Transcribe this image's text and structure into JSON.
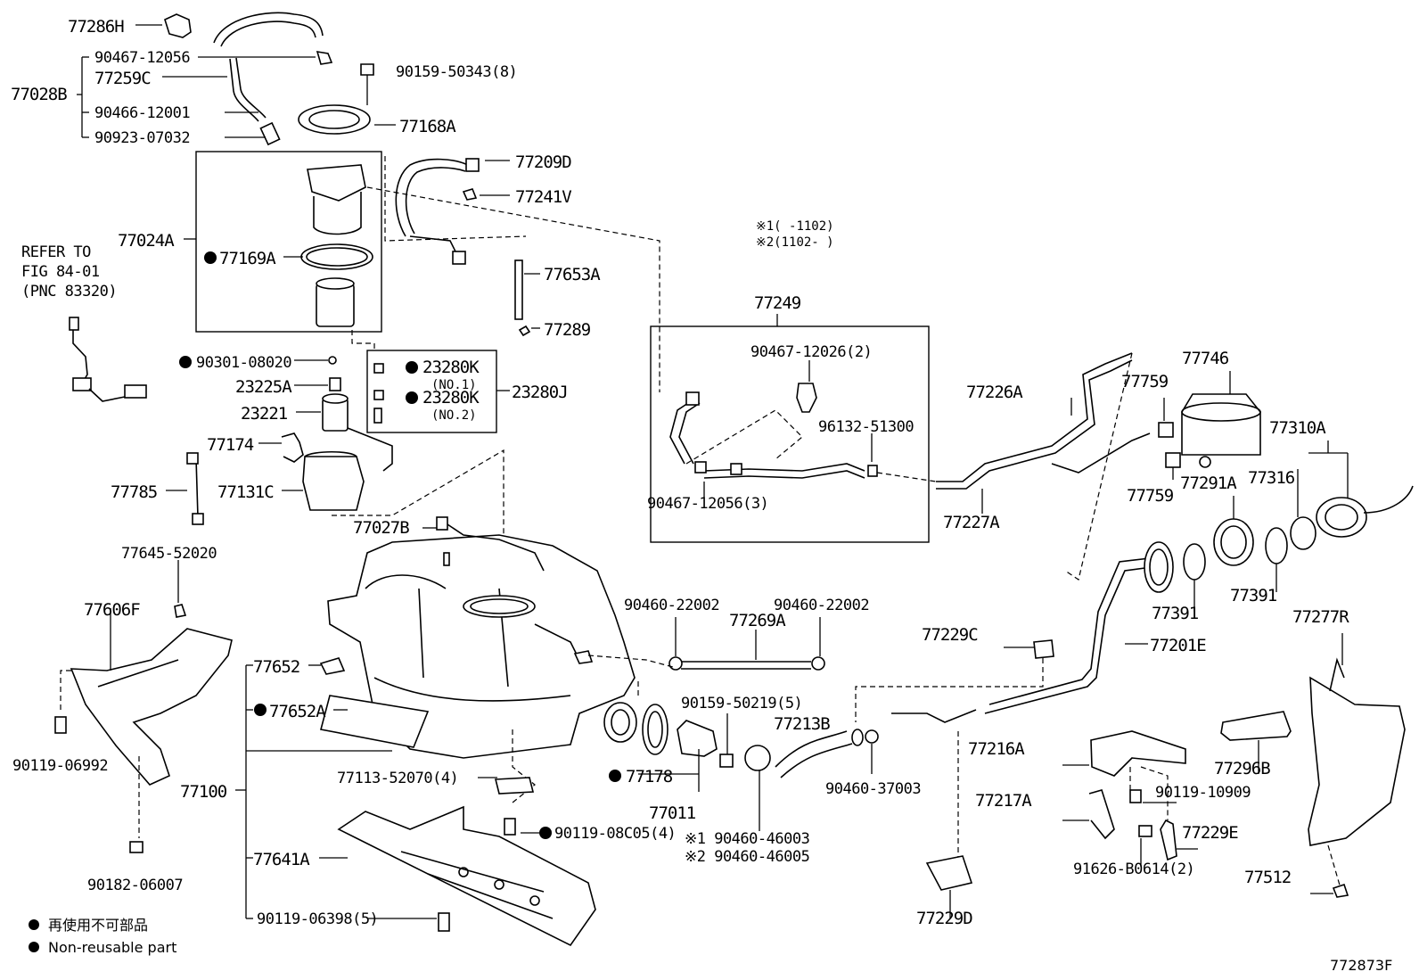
{
  "diagram_id": "772873F",
  "legend": {
    "jp": "再使用不可部品",
    "en": "Non-reusable part"
  },
  "refer": {
    "line1": "REFER TO",
    "line2": "FIG 84-01",
    "line3": "(PNC 83320)"
  },
  "notes": {
    "n1": "※1(   -1102)",
    "n2": "※2(1102-   )"
  },
  "labels": {
    "p77286H": "77286H",
    "p90467_12056": "90467-12056",
    "p77259C": "77259C",
    "p77028B": "77028B",
    "p90466_12001": "90466-12001",
    "p90923_07032": "90923-07032",
    "p90159_50343": "90159-50343(8)",
    "p77168A": "77168A",
    "p77209D": "77209D",
    "p77241V": "77241V",
    "p77024A": "77024A",
    "p77169A": "77169A",
    "p77653A": "77653A",
    "p77289": "77289",
    "p90301_08020": "90301-08020",
    "p23280K_1": "23280K",
    "no1": "(NO.1)",
    "p23280K_2": "23280K",
    "no2": "(NO.2)",
    "p23280J": "23280J",
    "p23225A": "23225A",
    "p23221": "23221",
    "p77174": "77174",
    "p77785": "77785",
    "p77131C": "77131C",
    "p77027B": "77027B",
    "p77249": "77249",
    "p90467_12026": "90467-12026(2)",
    "p96132_51300": "96132-51300",
    "p90467_12056_3": "90467-12056(3)",
    "p77226A": "77226A",
    "p77759a": "77759",
    "p77746": "77746",
    "p77310A": "77310A",
    "p77227A": "77227A",
    "p77759b": "77759",
    "p77291A": "77291A",
    "p77316": "77316",
    "p77391a": "77391",
    "p77391b": "77391",
    "p77645_52020": "77645-52020",
    "p77606F": "77606F",
    "p90460_22002a": "90460-22002",
    "p77269A": "77269A",
    "p90460_22002b": "90460-22002",
    "p77229C": "77229C",
    "p77201E": "77201E",
    "p77277R": "77277R",
    "p77652": "77652",
    "p77652A": "77652A",
    "p90159_50219": "90159-50219(5)",
    "p77213B": "77213B",
    "p77216A": "77216A",
    "p77296B": "77296B",
    "p90119_06992": "90119-06992",
    "p77100": "77100",
    "p77113_52070": "77113-52070(4)",
    "p77178": "77178",
    "p77011": "77011",
    "p90460_37003": "90460-37003",
    "p90119_10909": "90119-10909",
    "p77217A": "77217A",
    "p90119_08C05": "90119-08C05(4)",
    "p77229E": "77229E",
    "p90460_46003": "※1 90460-46003",
    "p90460_46005": "※2 90460-46005",
    "p77641A": "77641A",
    "p91626_B0614": "91626-B0614(2)",
    "p90182_06007": "90182-06007",
    "p77512": "77512",
    "p77229D": "77229D",
    "p90119_06398": "90119-06398(5)"
  }
}
